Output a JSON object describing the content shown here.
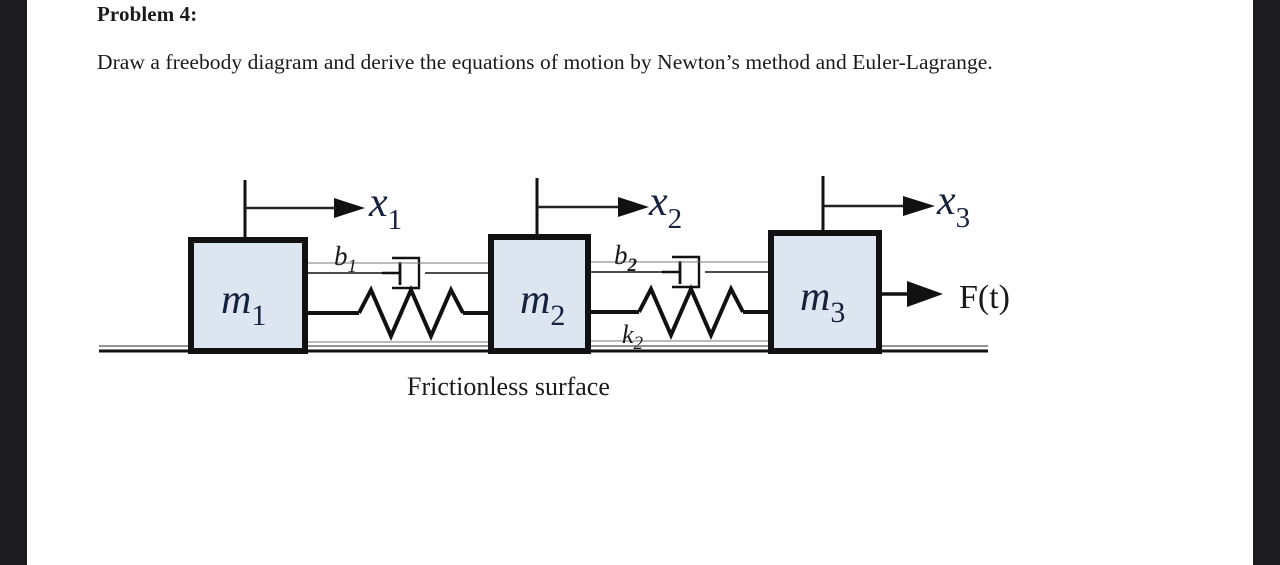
{
  "page": {
    "title": "Problem 4:",
    "body": "Draw a freebody diagram and derive the equations of motion by Newton’s method and Euler-Lagrange.",
    "caption": "Frictionless surface"
  },
  "colors": {
    "page_background": "#ffffff",
    "edge_bar": "#1c1c1e",
    "block_fill": "#dde5f0",
    "block_stroke": "#111111",
    "line": "#111111",
    "thin_line": "#3a3a3a",
    "text": "#1a1a1a"
  },
  "diagram": {
    "name": "three-mass-spring-damper-system",
    "masses": [
      {
        "id": "m1",
        "label": "m",
        "subscript": "1"
      },
      {
        "id": "m2",
        "label": "m",
        "subscript": "2"
      },
      {
        "id": "m3",
        "label": "m",
        "subscript": "3"
      }
    ],
    "displacements": [
      {
        "id": "x1",
        "label": "x",
        "subscript": "1"
      },
      {
        "id": "x2",
        "label": "x",
        "subscript": "2"
      },
      {
        "id": "x3",
        "label": "x",
        "subscript": "3"
      }
    ],
    "dampers": [
      {
        "id": "b1",
        "label": "b",
        "subscript": "1",
        "between": "m1-m2"
      },
      {
        "id": "b2",
        "label": "b",
        "subscript": "2",
        "between": "m2-m3"
      }
    ],
    "springs": [
      {
        "id": "k1",
        "label": "",
        "subscript": "",
        "between": "m1-m2"
      },
      {
        "id": "k2",
        "label": "k",
        "subscript": "2",
        "between": "m2-m3"
      }
    ],
    "force": {
      "id": "F",
      "label": "F(t)",
      "applied_to": "m3",
      "direction": "right"
    },
    "ground": {
      "label": "Frictionless surface"
    }
  }
}
